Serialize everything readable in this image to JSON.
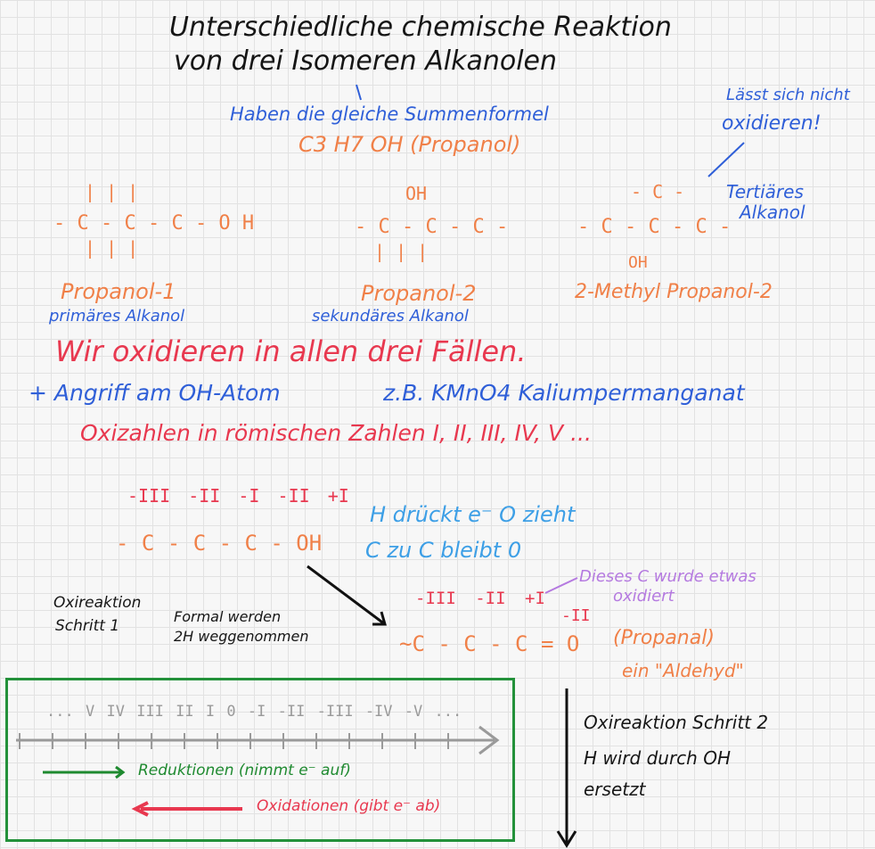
{
  "title": {
    "line1": "Unterschiedliche chemische Reaktion",
    "line2": "von drei Isomeren Alkanolen"
  },
  "note_formula": {
    "label": "Haben die gleiche Summenformel",
    "formula": "C3 H7 OH (Propanol)"
  },
  "note_tertiary": {
    "line1": "Lässt sich nicht",
    "line2": "oxidieren!"
  },
  "molecules": [
    {
      "structure_top": "|   |   |",
      "structure_mid": "- C - C - C - O H",
      "structure_bot": "|   |   |",
      "name": "Propanol-1",
      "type": "primäres Alkanol"
    },
    {
      "structure_top": "OH",
      "structure_mid": "- C - C - C -",
      "structure_bot": "|   |   |",
      "name": "Propanol-2",
      "type": "sekundäres Alkanol"
    },
    {
      "structure_top": "- C -",
      "structure_mid": "- C - C - C -",
      "structure_bot": "OH",
      "name": "2-Methyl Propanol-2",
      "type_line1": "Tertiäres",
      "type_line2": "Alkanol"
    }
  ],
  "statement": "Wir oxidieren in allen drei Fällen.",
  "attack": {
    "left": "+ Angriff am OH-Atom",
    "right": "z.B. KMnO4 Kaliumpermanganat"
  },
  "oxidation_numbers": "Oxizahlen in römischen Zahlen  I, II, III, IV, V ...",
  "step1": {
    "ox_labels": [
      "-III",
      "-II",
      "-I",
      "-II",
      "+I"
    ],
    "structure": "- C - C - C - OH",
    "label_line1": "Oxireaktion",
    "label_line2": "Schritt 1",
    "formal_line1": "Formal werden",
    "formal_line2": "2H weggenommen"
  },
  "electron_note": {
    "line1": "H drückt e⁻  O zieht",
    "line2": "C zu C bleibt 0"
  },
  "product": {
    "ox_labels": [
      "-III",
      "-II",
      "+I",
      "-II"
    ],
    "structure": "~C - C - C = O",
    "name": "(Propanal)",
    "class": "ein \"Aldehyd\"",
    "note_line1": "Dieses C wurde etwas",
    "note_line2": "oxidiert"
  },
  "scale": {
    "ticks": [
      "...",
      "V",
      "IV",
      "III",
      "II",
      "I",
      "0",
      "-I",
      "-II",
      "-III",
      "-IV",
      "-V",
      "..."
    ],
    "reduction": "Reduktionen (nimmt e⁻ auf)",
    "oxidation": "Oxidationen (gibt e⁻ ab)"
  },
  "step2": {
    "line1": "Oxireaktion Schritt 2",
    "line2": "H wird durch OH",
    "line3": "ersetzt"
  }
}
